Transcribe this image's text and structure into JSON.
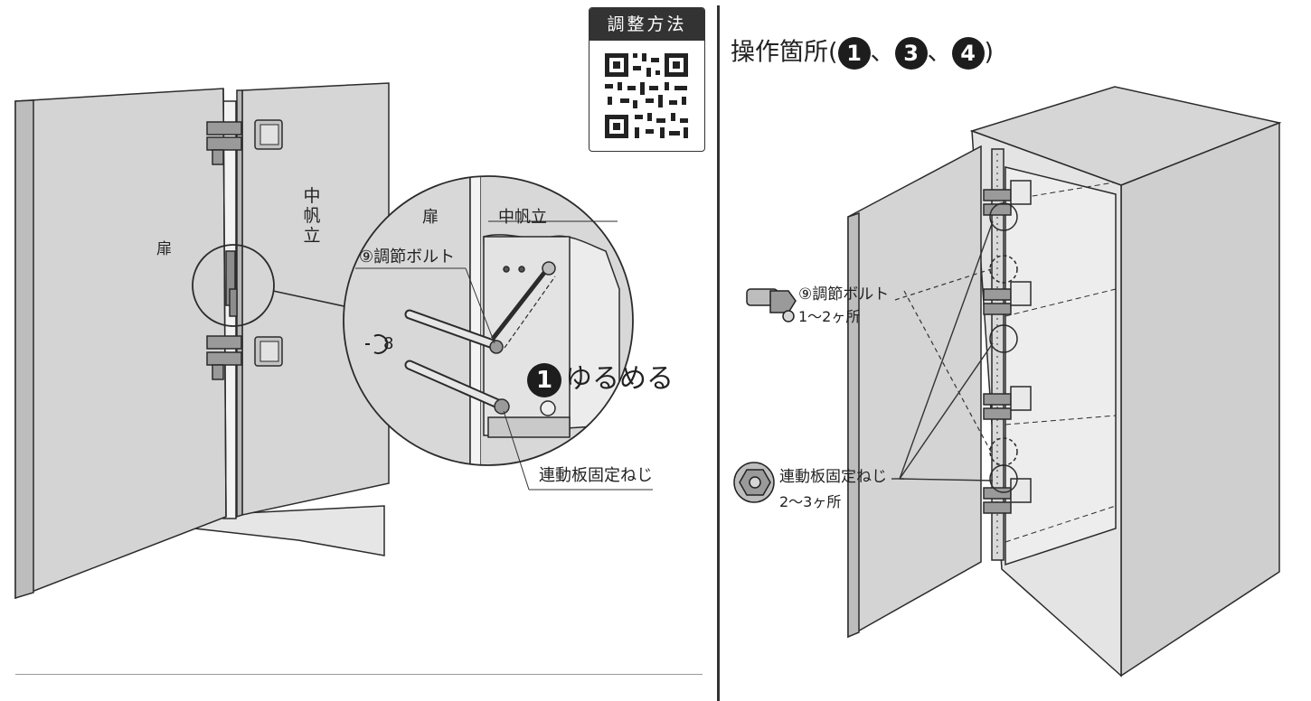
{
  "qr_panel": {
    "title": "調整方法"
  },
  "left_figure": {
    "door_label": "扉",
    "partition_label_vertical": [
      "中",
      "帆",
      "立"
    ],
    "zoom": {
      "door_label": "扉",
      "partition_label": "中帆立",
      "bolt_label": "⑨調節ボルト",
      "wrench_size": "8",
      "step_number": "1",
      "action": "ゆるめる",
      "fixing_screw_label": "連動板固定ねじ"
    }
  },
  "right_figure": {
    "heading_prefix": "操作箇所(",
    "heading_steps": [
      "1",
      "3",
      "4"
    ],
    "heading_separator": "、",
    "heading_suffix": ")",
    "bolt": {
      "label": "⑨調節ボルト",
      "count": "1〜2ヶ所"
    },
    "screw": {
      "label": "連動板固定ねじ",
      "count": "2〜3ヶ所"
    }
  },
  "colors": {
    "panel_fill": "#d4d4d4",
    "panel_dark": "#a8a8a8",
    "outline": "#2b2b2b",
    "badge": "#1d1d1d",
    "qr_header": "#333333"
  }
}
